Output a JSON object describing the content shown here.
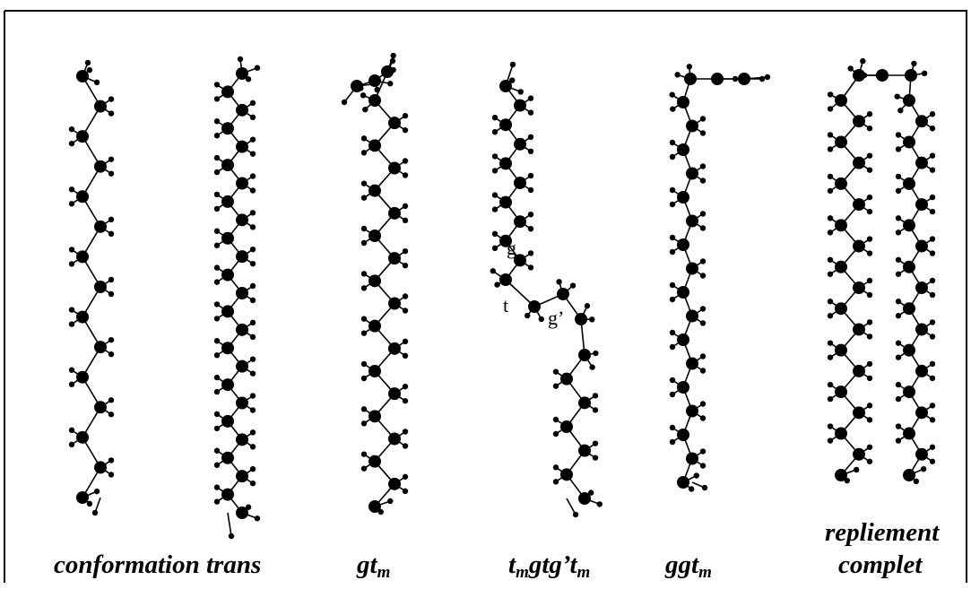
{
  "captions": {
    "trans": "conformation trans",
    "gtm_main": "gt",
    "gtm_sub": "m",
    "tmgtg_1": "t",
    "tmgtg_1_sub": "m",
    "tmgtg_2": "gtg’t",
    "tmgtg_2_sub": "m",
    "ggtm_main": "ggt",
    "ggtm_sub": "m",
    "replie_1": "repliement",
    "replie_2": "complet"
  },
  "markers": {
    "g": "g",
    "t": "t",
    "gprime": "g’"
  },
  "colors": {
    "ink": "#000000",
    "background": "#ffffff"
  }
}
